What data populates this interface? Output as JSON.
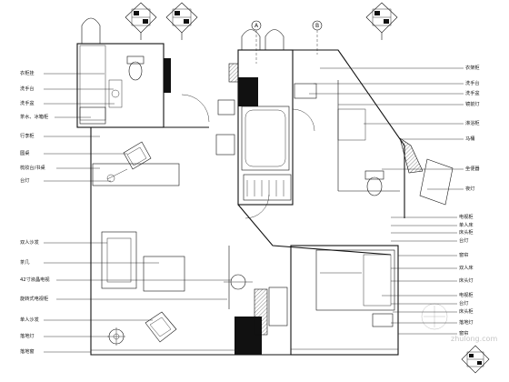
{
  "left_labels": [
    "衣柜挂",
    "洗手台",
    "洗手盆",
    "茶水、冰箱柜",
    "行李柜",
    "圆桌",
    "梳妆台/书桌",
    "台灯",
    "双人沙发",
    "茶几",
    "42寸液晶电视",
    "旋转式电视柜",
    "单人沙发",
    "落地灯",
    "落地窗"
  ],
  "right_labels": [
    "衣架柜",
    "洗手台",
    "洗手盆",
    "镜前灯",
    "淋浴柜",
    "马桶",
    "坐便器",
    "夜灯",
    "电视柜",
    "单人床",
    "床头柜",
    "台灯",
    "窗帘",
    "双人床",
    "床头灯",
    "电视柜",
    "台灯",
    "床头柜",
    "落地灯",
    "窗帘"
  ],
  "grid_markers": [
    "A",
    "B"
  ],
  "watermark": "zhulong.com"
}
